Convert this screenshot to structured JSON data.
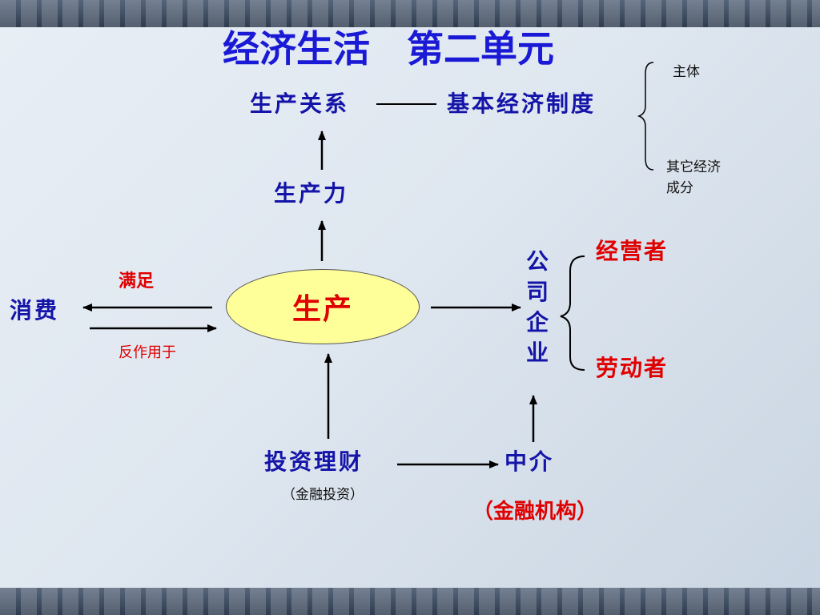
{
  "title": "经济生活　第二单元",
  "nodes": {
    "production_relations": "生产关系",
    "basic_economic_system": "基本经济制度",
    "productivity": "生产力",
    "production": "生产",
    "consumption": "消费",
    "company": "公司企业",
    "operator": "经营者",
    "laborer": "劳动者",
    "investment": "投资理财",
    "intermediary": "中介",
    "finance_institution": "（金融机构）"
  },
  "labels": {
    "main_body": "主体",
    "other_components": "其它经济成分",
    "satisfy": "满足",
    "react_on": "反作用于",
    "financial_investment": "（金融投资）"
  },
  "colors": {
    "title": "#1a1ad6",
    "node_blue": "#1414a8",
    "red": "#e00000",
    "ellipse_fill": "#ffff99"
  }
}
